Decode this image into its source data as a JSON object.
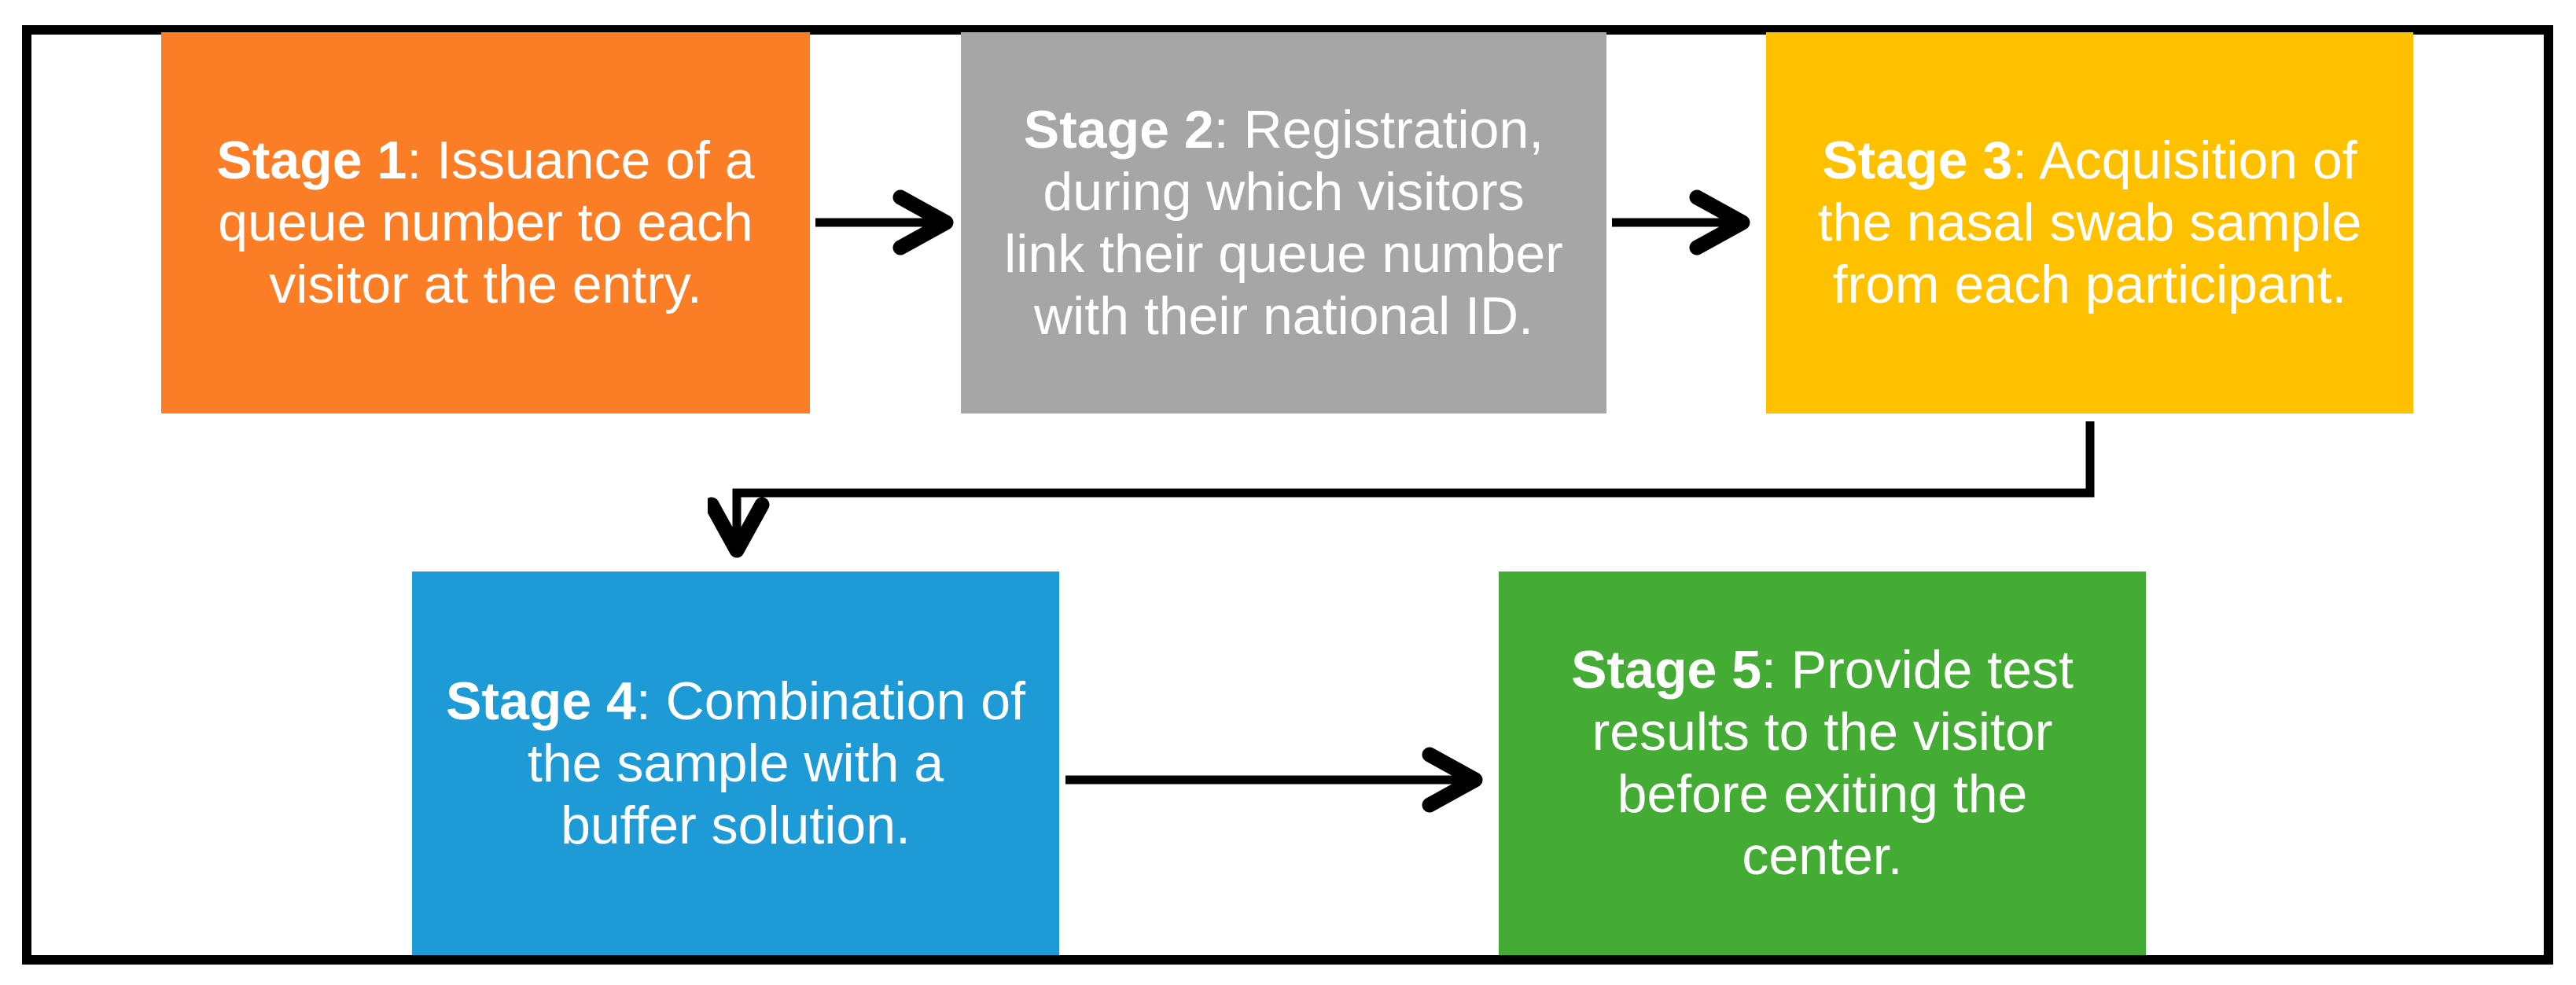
{
  "diagram": {
    "background": "#ffffff",
    "frame_color": "#000000",
    "arrow_color": "#000000",
    "text_color": "#ffffff",
    "stages": [
      {
        "name": "Stage 1",
        "line1_rest": ": Issuance of a",
        "line2": "queue number to each",
        "line3": "visitor at the entry.",
        "color": "#FB7D26"
      },
      {
        "name": "Stage 2",
        "line1_rest": ": Registration,",
        "line2": "during which visitors",
        "line3": "link their queue number",
        "line4": "with their national ID.",
        "color": "#A6A6A6"
      },
      {
        "name": "Stage 3",
        "line1_rest": ": Acquisition of",
        "line2": "the nasal swab sample",
        "line3": "from each participant.",
        "color": "#FFC000"
      },
      {
        "name": "Stage 4",
        "line1_rest": ": Combination of",
        "line2": "the sample with a",
        "line3": "buffer solution.",
        "color": "#1E9BD7"
      },
      {
        "name": "Stage 5",
        "line1_rest": ": Provide test",
        "line2": "results to the visitor",
        "line3": "before exiting the",
        "line4": "center.",
        "color": "#44AC35"
      }
    ],
    "connectors": [
      {
        "from": "Stage 1",
        "to": "Stage 2",
        "type": "right-arrow"
      },
      {
        "from": "Stage 2",
        "to": "Stage 3",
        "type": "right-arrow"
      },
      {
        "from": "Stage 3",
        "to": "Stage 4",
        "type": "elbow-down-arrow"
      },
      {
        "from": "Stage 4",
        "to": "Stage 5",
        "type": "right-arrow"
      }
    ]
  }
}
